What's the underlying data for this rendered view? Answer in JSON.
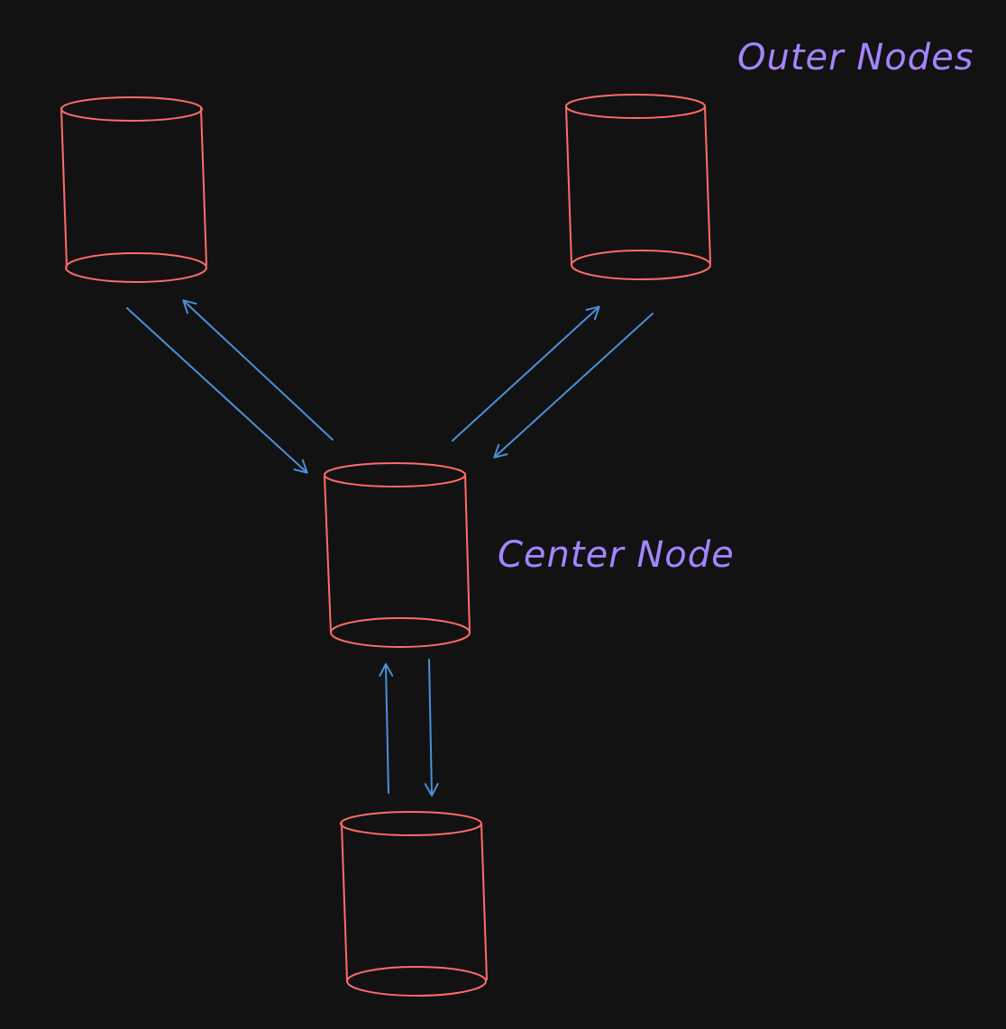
{
  "labels": {
    "outer_nodes": "Outer Nodes",
    "center_node": "Center Node"
  },
  "colors": {
    "background": "#121212",
    "node_stroke": "#ff6b6b",
    "edge_stroke": "#4a90d9",
    "label_text": "#a385ff"
  },
  "nodes": [
    {
      "id": "outer-top-left",
      "role": "outer"
    },
    {
      "id": "outer-top-right",
      "role": "outer"
    },
    {
      "id": "center",
      "role": "center"
    },
    {
      "id": "outer-bottom",
      "role": "outer"
    }
  ],
  "edges": [
    {
      "from": "outer-top-left",
      "to": "center"
    },
    {
      "from": "center",
      "to": "outer-top-left"
    },
    {
      "from": "center",
      "to": "outer-top-right"
    },
    {
      "from": "outer-top-right",
      "to": "center"
    },
    {
      "from": "outer-bottom",
      "to": "center"
    },
    {
      "from": "center",
      "to": "outer-bottom"
    }
  ]
}
